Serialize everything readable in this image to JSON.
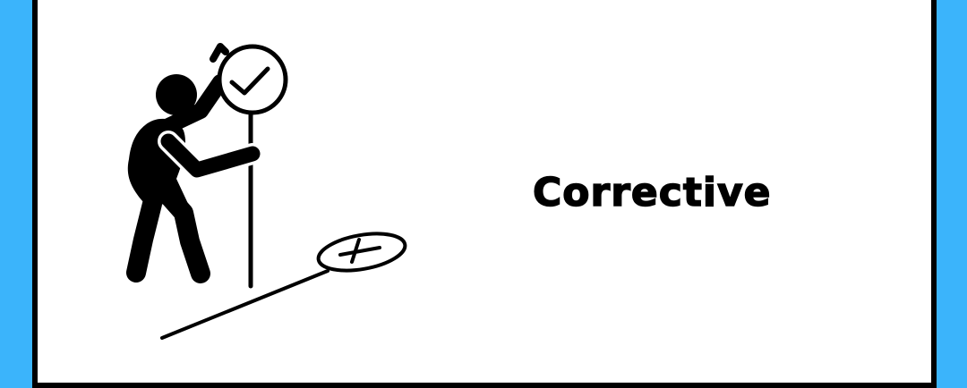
{
  "caption": "Corrective",
  "colors": {
    "background": "#3bb4fb",
    "card": "#ffffff",
    "ink": "#000000"
  },
  "illustration": {
    "subject": "person-holding-checkmark-sign",
    "upright_sign_symbol": "checkmark",
    "shadow_sign_symbol": "cross"
  }
}
